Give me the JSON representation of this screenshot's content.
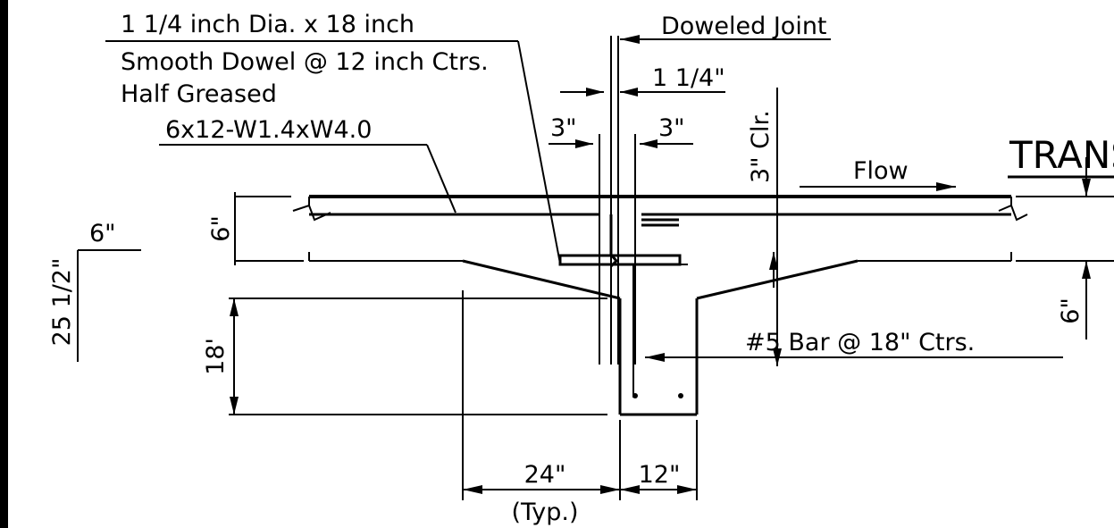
{
  "labels": {
    "dowel_line1": "1 1/4 inch Dia. x 18 inch",
    "dowel_line2": "Smooth Dowel @ 12 inch Ctrs.",
    "dowel_line3": "Half Greased",
    "mesh": "6x12-W1.4xW4.0",
    "doweled_joint": "Doweled Joint",
    "joint_gap": "1 1/4\"",
    "offset_left": "3\"",
    "offset_right": "3\"",
    "clearance": "3\" Clr.",
    "section_title": "TRANS",
    "flow": "Flow",
    "slab_left": "6\"",
    "slab_right": "6\"",
    "slab_top": "6\"",
    "total_depth": "25 1/2\"",
    "beam_depth": "18'",
    "rebar": "#5 Bar @ 18\" Ctrs.",
    "haunch_width": "24\"",
    "typ": "(Typ.)",
    "beam_width": "12\""
  }
}
